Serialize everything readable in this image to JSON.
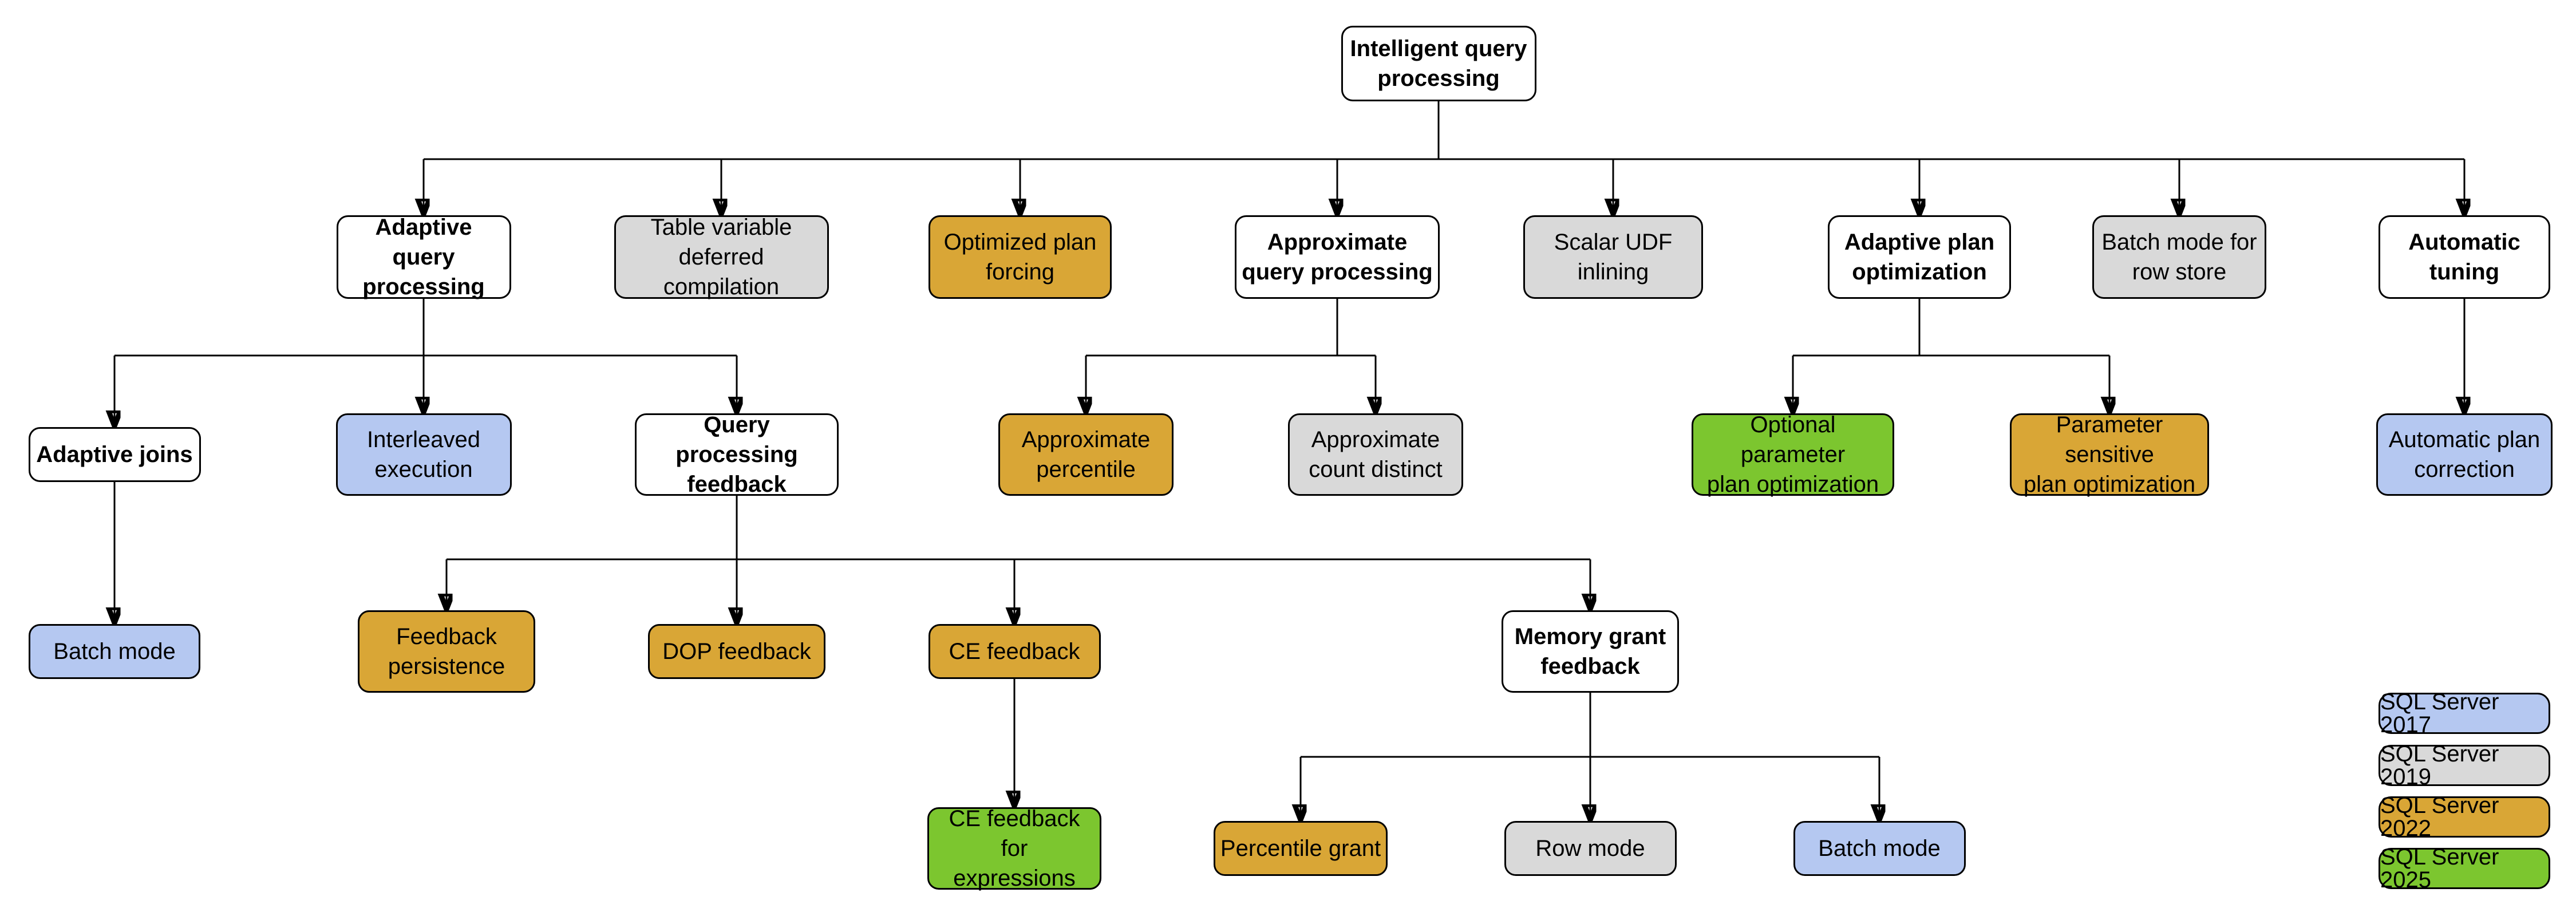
{
  "diagram": {
    "title": "Intelligent query processing"
  },
  "nodes": [
    {
      "id": "root",
      "label": "Intelligent query\nprocessing",
      "version": "none"
    },
    {
      "id": "aqp",
      "label": "Adaptive query\nprocessing",
      "version": "none"
    },
    {
      "id": "tvdc",
      "label": "Table variable\ndeferred compilation",
      "version": "2019"
    },
    {
      "id": "opf",
      "label": "Optimized plan\nforcing",
      "version": "2022"
    },
    {
      "id": "aqproc",
      "label": "Approximate\nquery processing",
      "version": "none"
    },
    {
      "id": "sudf",
      "label": "Scalar UDF\ninlining",
      "version": "2019"
    },
    {
      "id": "apo",
      "label": "Adaptive plan\noptimization",
      "version": "none"
    },
    {
      "id": "bmrs",
      "label": "Batch mode for\nrow store",
      "version": "2019"
    },
    {
      "id": "at",
      "label": "Automatic\ntuning",
      "version": "none"
    },
    {
      "id": "aj",
      "label": "Adaptive joins",
      "version": "none"
    },
    {
      "id": "ie",
      "label": "Interleaved\nexecution",
      "version": "2017"
    },
    {
      "id": "qpf",
      "label": "Query processing\nfeedback",
      "version": "none"
    },
    {
      "id": "ap",
      "label": "Approximate\npercentile",
      "version": "2022"
    },
    {
      "id": "acd",
      "label": "Approximate\ncount distinct",
      "version": "2019"
    },
    {
      "id": "oppo",
      "label": "Optional parameter\nplan optimization",
      "version": "2025"
    },
    {
      "id": "pspo",
      "label": "Parameter sensitive\nplan optimization",
      "version": "2022"
    },
    {
      "id": "apc",
      "label": "Automatic plan\ncorrection",
      "version": "2017"
    },
    {
      "id": "bm1",
      "label": "Batch mode",
      "version": "2017"
    },
    {
      "id": "fp",
      "label": "Feedback\npersistence",
      "version": "2022"
    },
    {
      "id": "dop",
      "label": "DOP feedback",
      "version": "2022"
    },
    {
      "id": "cef",
      "label": "CE feedback",
      "version": "2022"
    },
    {
      "id": "mgf",
      "label": "Memory grant\nfeedback",
      "version": "none"
    },
    {
      "id": "cefe",
      "label": "CE feedback for\nexpressions",
      "version": "2025"
    },
    {
      "id": "pg",
      "label": "Percentile grant",
      "version": "2022"
    },
    {
      "id": "rm",
      "label": "Row mode",
      "version": "2019"
    },
    {
      "id": "bm2",
      "label": "Batch mode",
      "version": "2017"
    }
  ],
  "legend": {
    "items": [
      {
        "label": "SQL Server 2017",
        "version": "2017"
      },
      {
        "label": "SQL Server 2019",
        "version": "2019"
      },
      {
        "label": "SQL Server 2022",
        "version": "2022"
      },
      {
        "label": "SQL Server 2025",
        "version": "2025"
      }
    ]
  },
  "colors": {
    "sql_server_2017": "#B5C8F1",
    "sql_server_2019": "#D9D9D9",
    "sql_server_2022": "#D9A636",
    "sql_server_2025": "#7CC62F",
    "node_default": "#FFFFFF",
    "border": "#000000",
    "background": "#FFFFFF"
  }
}
